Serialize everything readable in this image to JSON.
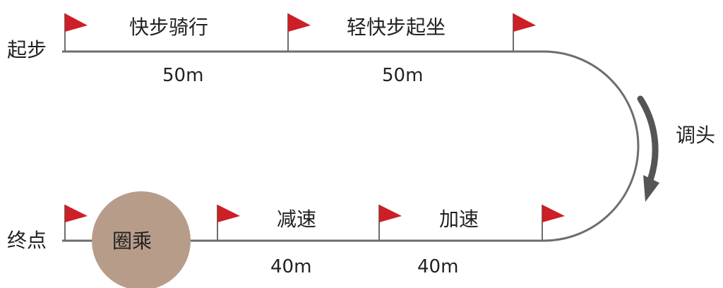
{
  "colors": {
    "track": "#6d6d6d",
    "flag": "#cc1f26",
    "pole": "#6d6d6d",
    "circle": "#b89c8a",
    "arrow": "#555555",
    "text": "#222222"
  },
  "labels": {
    "start": "起步",
    "finish": "终点",
    "top_seg1": "快步骑行",
    "top_seg2": "轻快步起坐",
    "turn": "调头",
    "bottom_seg1": "减速",
    "bottom_seg2": "加速",
    "circle": "圈乘",
    "dist_top1": "50m",
    "dist_top2": "50m",
    "dist_bottom1": "40m",
    "dist_bottom2": "40m"
  }
}
